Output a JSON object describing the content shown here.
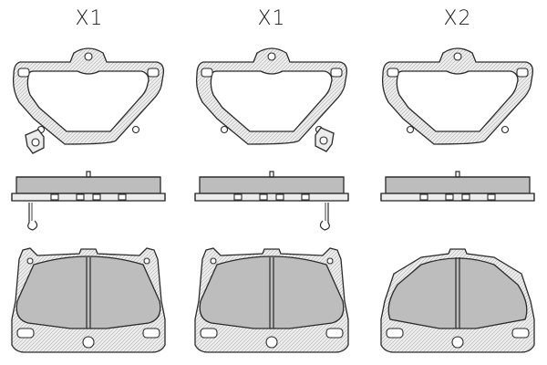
{
  "columns": [
    {
      "quantity": "X1",
      "has_clip": true,
      "clip_side": "left"
    },
    {
      "quantity": "X1",
      "has_clip": true,
      "clip_side": "right"
    },
    {
      "quantity": "X2",
      "has_clip": false,
      "clip_side": "none"
    }
  ],
  "colors": {
    "outline": "#2a2a2a",
    "backing_plate": "#ececec",
    "friction_material": "#bdbdbd",
    "background": "#ffffff"
  }
}
